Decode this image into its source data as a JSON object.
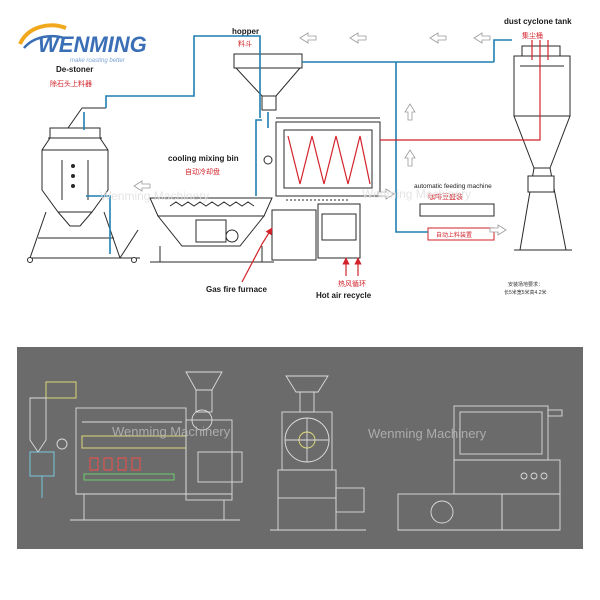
{
  "brand": {
    "name": "WENMING",
    "tagline": "make roasting better"
  },
  "labels": {
    "destoner_en": "De-stoner",
    "destoner_cn": "除石头上料器",
    "hopper_en": "hopper",
    "hopper_cn": "料斗",
    "cyclone_en": "dust cyclone tank",
    "cyclone_cn": "集尘桶",
    "cooling_en": "cooling mixing bin",
    "cooling_cn": "自动冷却盘",
    "feeding_en": "automatic feeding machine",
    "feeding_cn": "咖啡豆盛装",
    "feeding_box_cn": "自动上料装置",
    "furnace_en": "Gas fire furnace",
    "hotair_en": "Hot air recycle",
    "hotair_cn": "热风循环",
    "install_note_1": "安装场地要求：",
    "install_note_2": "长5米宽5米高4.2米"
  },
  "watermark": "Wenming Machinery",
  "colors": {
    "brand_blue": "#3a6fb5",
    "pipe_blue": "#1f7fb0",
    "label_red": "#d2232a",
    "cad_background": "#6b6b6b"
  }
}
